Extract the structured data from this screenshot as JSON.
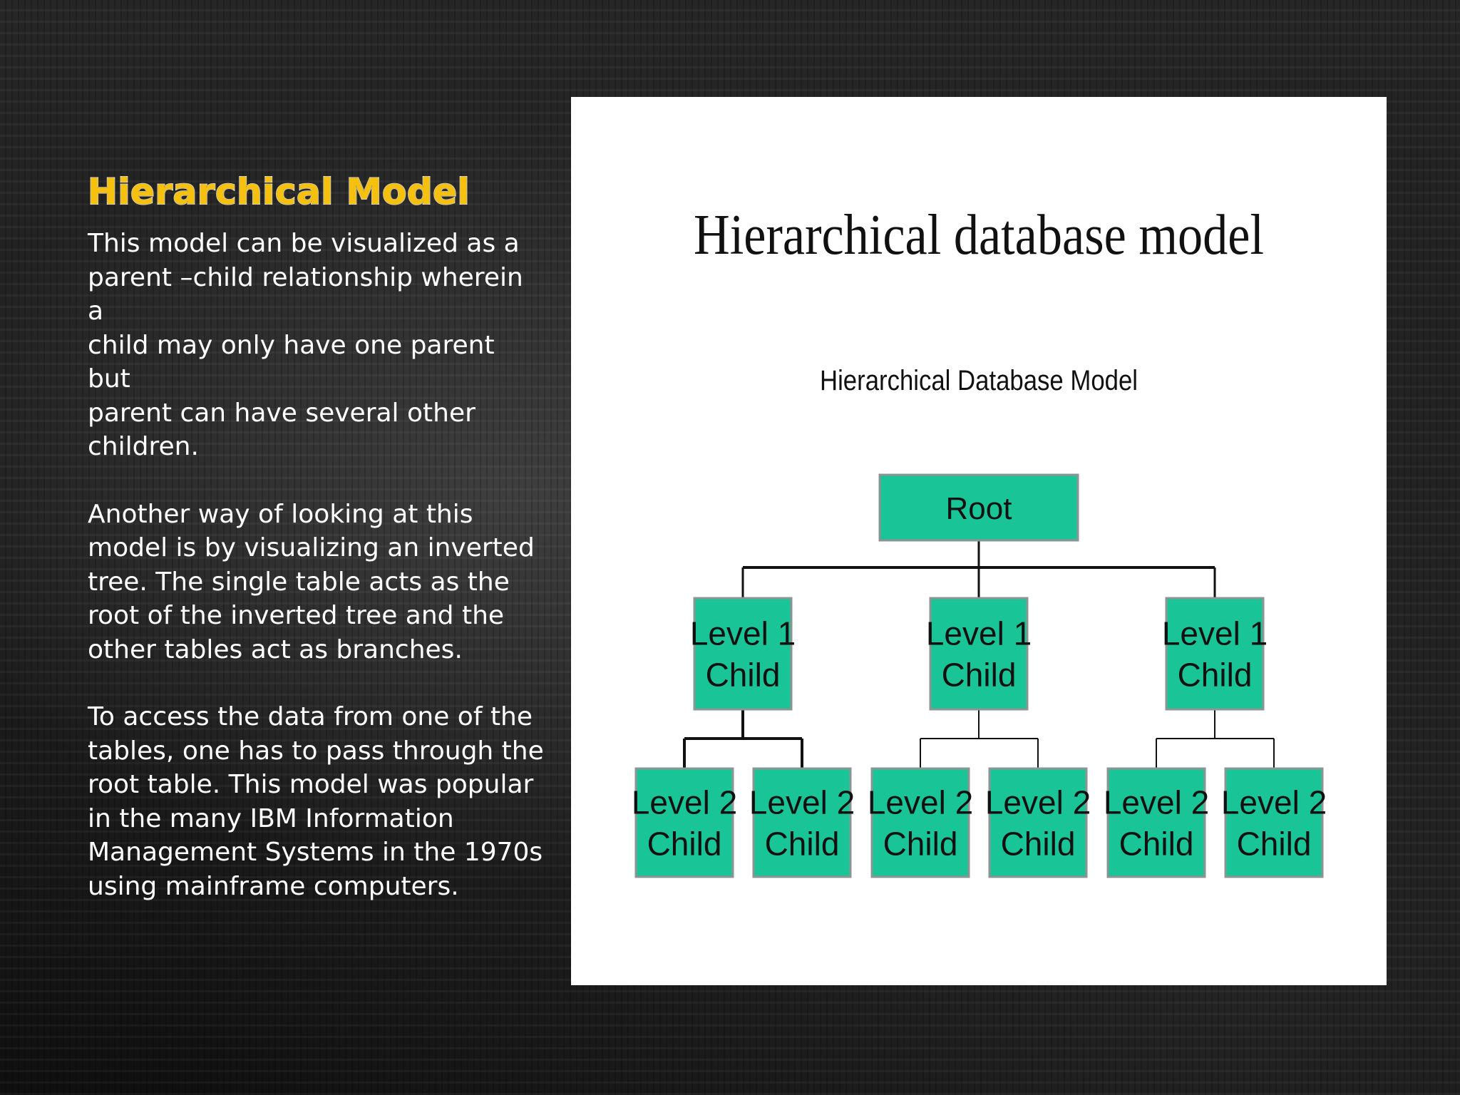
{
  "slide": {
    "title": "Hierarchical Model",
    "paragraphs": [
      "This  model can be visualized as a\nparent –child relationship wherein a\nchild may only have one parent but\nparent can have several other\nchildren.",
      "Another way of looking at this\nmodel is by visualizing  an inverted\ntree. The single table acts as the\nroot of the inverted tree and the\nother tables act as branches.",
      "To access the data from one of the\ntables, one has to pass through the\nroot table. This model was popular\nin the many IBM Information\nManagement Systems in the 1970s\nusing mainframe computers."
    ]
  },
  "diagram": {
    "heading": "Hierarchical database model",
    "subheading": "Hierarchical Database Model",
    "root": {
      "label": "Root"
    },
    "level1": [
      {
        "line1": "Level 1",
        "line2": "Child",
        "children": [
          {
            "line1": "Level 2",
            "line2": "Child"
          },
          {
            "line1": "Level 2",
            "line2": "Child"
          }
        ]
      },
      {
        "line1": "Level 1",
        "line2": "Child",
        "children": [
          {
            "line1": "Level 2",
            "line2": "Child"
          },
          {
            "line1": "Level 2",
            "line2": "Child"
          }
        ]
      },
      {
        "line1": "Level 1",
        "line2": "Child",
        "children": [
          {
            "line1": "Level 2",
            "line2": "Child"
          },
          {
            "line1": "Level 2",
            "line2": "Child"
          }
        ]
      }
    ],
    "colors": {
      "node_fill": "#19c497",
      "node_border": "#8d9592",
      "connector": "#111111",
      "text": "#111111",
      "title_text": "#ffffff",
      "title_fill": "#f6c10c"
    }
  }
}
